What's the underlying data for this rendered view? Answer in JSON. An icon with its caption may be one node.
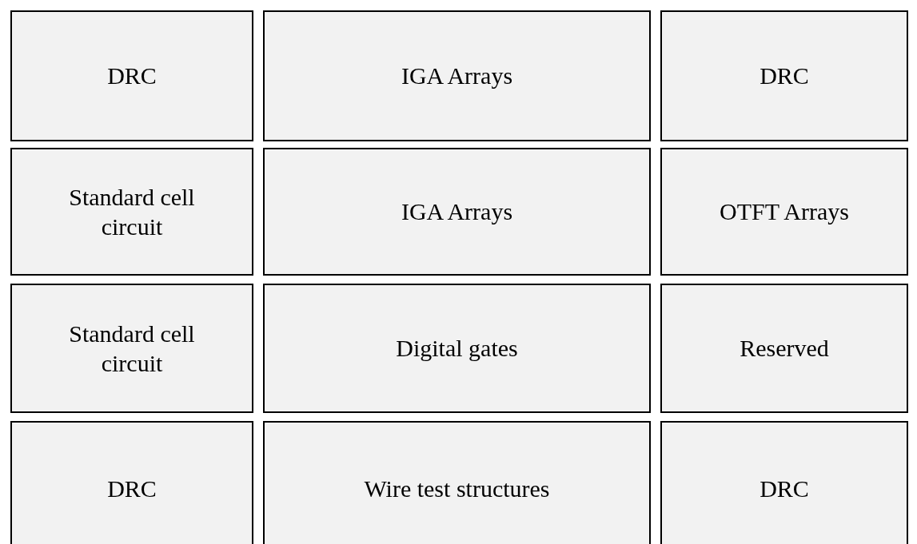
{
  "diagram": {
    "nodes": [
      {
        "text": [
          "DRC"
        ]
      },
      {
        "text": [
          "IGA Arrays"
        ]
      },
      {
        "text": [
          "DRC"
        ]
      },
      {
        "text": [
          "Standard cell circuit"
        ]
      },
      {
        "text": [
          "IGA Arrays"
        ]
      },
      {
        "text": [
          "OTFT Arrays"
        ]
      },
      {
        "text": [
          "Standard cell circuit"
        ]
      },
      {
        "text": [
          "Digital gates"
        ]
      },
      {
        "text": [
          "Reserved"
        ]
      },
      {
        "text": [
          "DRC"
        ]
      },
      {
        "text": [
          "Wire test structures"
        ]
      },
      {
        "text": [
          "DRC"
        ]
      }
    ]
  }
}
